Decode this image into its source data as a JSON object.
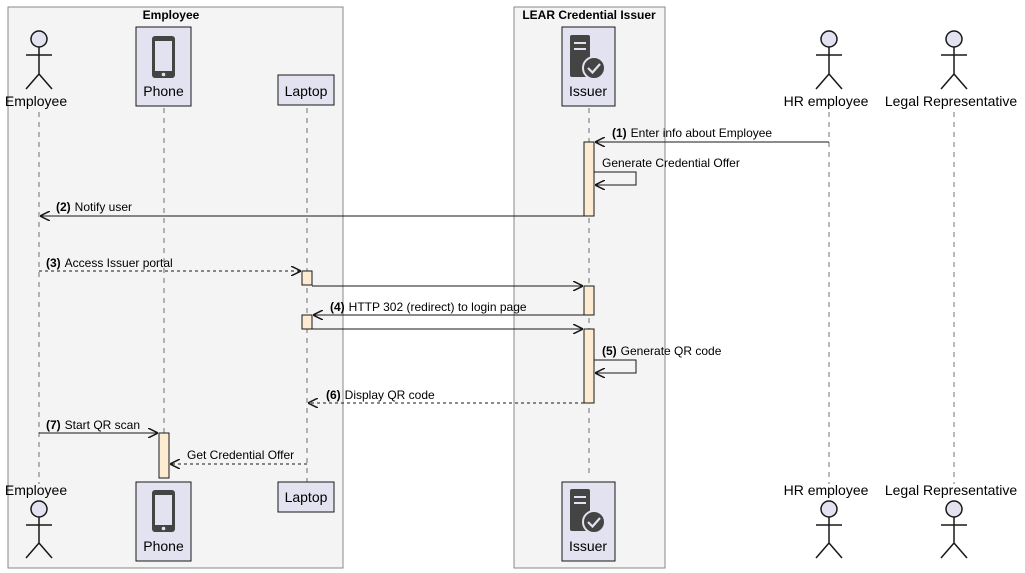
{
  "boxes": {
    "employee": {
      "title": "Employee"
    },
    "issuer": {
      "title": "LEAR Credential Issuer"
    }
  },
  "participants": {
    "employee": {
      "label": "Employee",
      "kind": "actor"
    },
    "phone": {
      "label": "Phone",
      "kind": "phone-icon"
    },
    "laptop": {
      "label": "Laptop",
      "kind": "participant"
    },
    "issuer": {
      "label": "Issuer",
      "kind": "server-check-icon"
    },
    "hr": {
      "label": "HR employee",
      "kind": "actor"
    },
    "legal": {
      "label": "Legal Representative",
      "kind": "actor"
    }
  },
  "messages": [
    {
      "num": "(1)",
      "text": "Enter info about Employee",
      "from": "hr",
      "to": "issuer",
      "style": "solid"
    },
    {
      "num": "",
      "text": "Generate Credential Offer",
      "from": "issuer",
      "to": "issuer",
      "style": "self"
    },
    {
      "num": "(2)",
      "text": "Notify user",
      "from": "issuer",
      "to": "employee",
      "style": "solid"
    },
    {
      "num": "(3)",
      "text": "Access Issuer portal",
      "from": "employee",
      "to": "laptop",
      "style": "dashed"
    },
    {
      "num": "",
      "text": "",
      "from": "laptop",
      "to": "issuer",
      "style": "solid"
    },
    {
      "num": "(4)",
      "text": "HTTP 302 (redirect) to login page",
      "from": "issuer",
      "to": "laptop",
      "style": "solid"
    },
    {
      "num": "",
      "text": "",
      "from": "laptop",
      "to": "issuer",
      "style": "solid"
    },
    {
      "num": "(5)",
      "text": "Generate QR code",
      "from": "issuer",
      "to": "issuer",
      "style": "self"
    },
    {
      "num": "(6)",
      "text": "Display QR code",
      "from": "issuer",
      "to": "laptop",
      "style": "dashed"
    },
    {
      "num": "(7)",
      "text": "Start QR scan",
      "from": "employee",
      "to": "phone",
      "style": "solid"
    },
    {
      "num": "",
      "text": "Get Credential Offer",
      "from": "laptop",
      "to": "phone",
      "style": "dashed"
    }
  ],
  "colors": {
    "box_fill": "#f4f4f4",
    "box_border": "#888888",
    "participant_fill": "#e2e2f0",
    "participant_border": "#181818",
    "activation_fill": "#fdecd2",
    "icon_fill": "#444444",
    "line": "#181818"
  }
}
